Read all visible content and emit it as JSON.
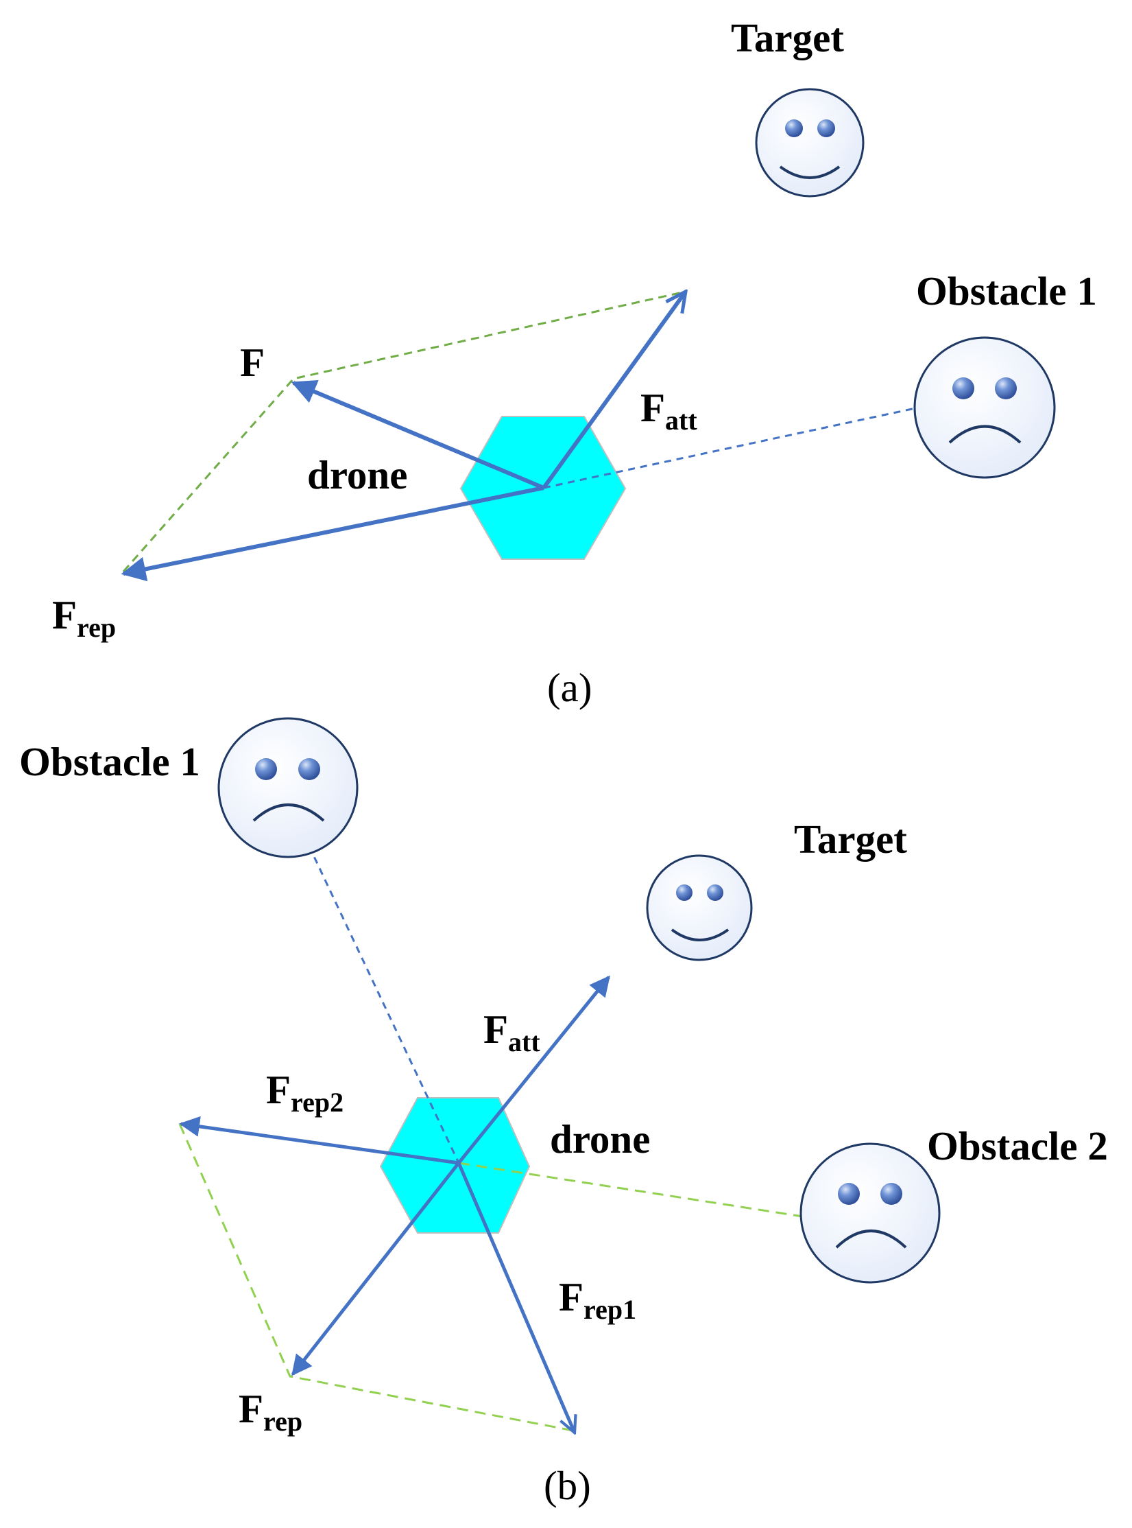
{
  "colors": {
    "force": "#4472C4",
    "obstacle_link": "#4472C4",
    "parallelogram_a": "#70AD47",
    "parallelogram_b": "#92D050",
    "drone_fill": "#00FFFF",
    "face_stroke": "#1F3864",
    "eye": "#4472C4"
  },
  "panel_a": {
    "caption": "(a)",
    "target_label": "Target",
    "obstacle1_label": "Obstacle 1",
    "drone_label": "drone",
    "f_label": "F",
    "f_att": {
      "main": "F",
      "sub": "att"
    },
    "f_rep": {
      "main": "F",
      "sub": "rep"
    },
    "target_icon": "smiley-face-icon",
    "obstacle_icon": "sad-face-icon",
    "drone_icon": "hexagon-drone-icon"
  },
  "panel_b": {
    "caption": "(b)",
    "target_label": "Target",
    "obstacle1_label": "Obstacle 1",
    "obstacle2_label": "Obstacle 2",
    "drone_label": "drone",
    "f_att": {
      "main": "F",
      "sub": "att"
    },
    "f_rep1": {
      "main": "F",
      "sub": "rep1"
    },
    "f_rep2": {
      "main": "F",
      "sub": "rep2"
    },
    "f_rep": {
      "main": "F",
      "sub": "rep"
    },
    "target_icon": "smiley-face-icon",
    "obstacle_icon": "sad-face-icon",
    "drone_icon": "hexagon-drone-icon"
  }
}
